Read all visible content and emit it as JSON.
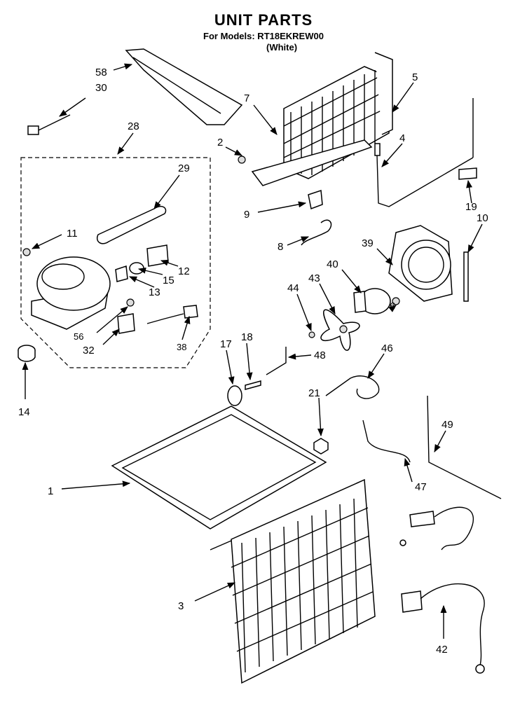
{
  "header": {
    "title": "UNIT PARTS",
    "subtitle": "For Models: RT18EKREW00",
    "variant": "(White)"
  },
  "callouts": [
    "58",
    "30",
    "28",
    "29",
    "11",
    "13",
    "15",
    "12",
    "56",
    "32",
    "38",
    "14",
    "7",
    "2",
    "5",
    "4",
    "9",
    "8",
    "19",
    "10",
    "39",
    "40",
    "43",
    "44",
    "6",
    "17",
    "18",
    "48",
    "46",
    "21",
    "49",
    "1",
    "47",
    "3",
    "42"
  ]
}
